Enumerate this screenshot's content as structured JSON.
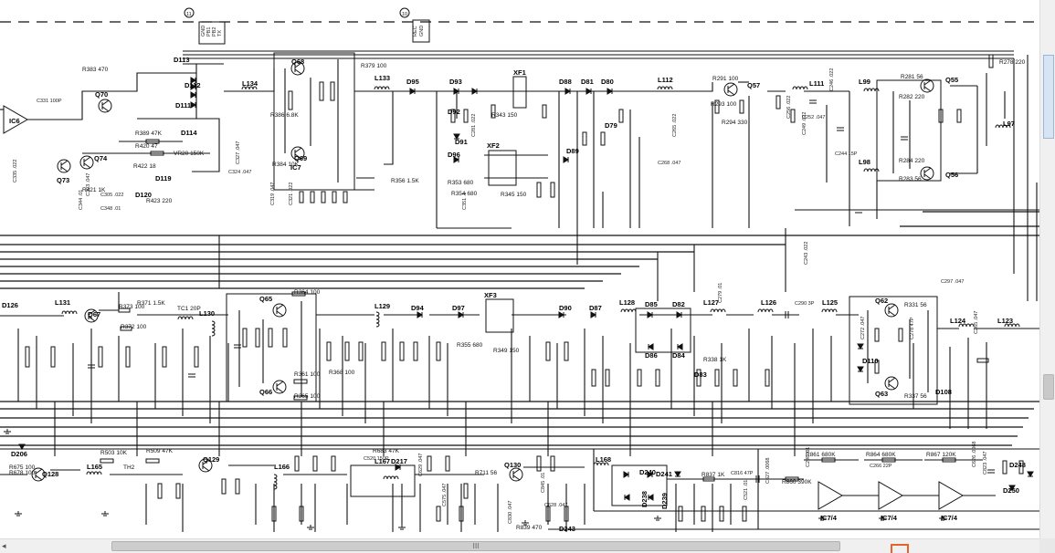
{
  "scrollbar": {
    "h_grip": "III"
  },
  "labels": {
    "ic": [
      "IC6",
      "IC7",
      "IC7/4",
      "IC7/4",
      "IC7/4"
    ],
    "q": [
      "Q70",
      "Q74",
      "Q73",
      "Q68",
      "Q69",
      "Q57",
      "Q55",
      "Q56",
      "Q67",
      "Q65",
      "Q66",
      "Q62",
      "Q63",
      "Q128",
      "Q129",
      "Q130"
    ],
    "d": [
      "D113",
      "D112",
      "D111",
      "D114",
      "D120",
      "D119",
      "D95",
      "D93",
      "D92",
      "D91",
      "D96",
      "D88",
      "D81",
      "D80",
      "D79",
      "D89",
      "D126",
      "D94",
      "D97",
      "D90",
      "D87",
      "D85",
      "D82",
      "D86",
      "D84",
      "D83",
      "D110",
      "D108",
      "D206",
      "D217",
      "D243",
      "D241",
      "D240",
      "D239",
      "D238",
      "D248",
      "D250"
    ],
    "l": [
      "L134",
      "L133",
      "L112",
      "L111",
      "L99",
      "L98",
      "L97",
      "L131",
      "L130",
      "L129",
      "L128",
      "L127",
      "L126",
      "L125",
      "L124",
      "L123",
      "L165",
      "L166",
      "L167",
      "L168"
    ],
    "xf": [
      "XF1",
      "XF2",
      "XF3",
      "XF1",
      "XF2"
    ],
    "r": [
      "R383 470",
      "R389 47K",
      "R420 47",
      "R422 18",
      "R421 1K",
      "R423 220",
      "R379 100",
      "R384 10K",
      "R386 6.8K",
      "R343 150",
      "R345 150",
      "R353 680",
      "R354 680",
      "R356 1.5K",
      "R291 100",
      "R293 100",
      "R294 330",
      "R281 56",
      "R282 220",
      "R284 220",
      "R283 56",
      "R278 220",
      "R373 100",
      "R371 1.5K",
      "R372 100",
      "R364 100",
      "R361 100",
      "R365 100",
      "R368 100",
      "R349 150",
      "R355 680",
      "R338 1K",
      "R331 56",
      "R337 56",
      "R503 10K",
      "R509 47K",
      "R683 47K",
      "R711 56",
      "R837 1K",
      "R860 390K",
      "R861 680K",
      "R864 680K",
      "R867 120K",
      "R675 100",
      "R678 100",
      "R839 470"
    ],
    "c": [
      "C331 100P",
      "C335 .022",
      "C303 .047",
      "C305 .022",
      "C319 .047",
      "C321 .022",
      "C324 .047",
      "C327 .047",
      "C344 .01",
      "C348 .01",
      "C351 .1",
      "C281 .022",
      "C268 .047",
      "C265 .022",
      "C256 .022",
      "C252 .047",
      "C249 .022",
      "C246 .022",
      "C244 15P",
      "C243 .022",
      "C279 .01",
      "C290 3P",
      "C278 47P",
      "C272 .047",
      "C297 .047",
      "C265 .047",
      "C298 .01",
      "C266 22P",
      "C626 .0068",
      "C627 .0068",
      "C628 .047",
      "C629 .047",
      "C575 .047",
      "C520 150P",
      "C521 .01",
      "C823 .047",
      "C816 47P",
      "C830 .047",
      "C845 .01",
      "C850 .047",
      "C860 1.50V",
      "C852 .047",
      "C568 .047"
    ],
    "vr": [
      "VR20 150K",
      "TC1 20P",
      "TH2"
    ],
    "connectors": [
      "11",
      "10"
    ],
    "pins": [
      "GND",
      "PB1",
      "PB2",
      "TX",
      "REC",
      "GND"
    ]
  }
}
